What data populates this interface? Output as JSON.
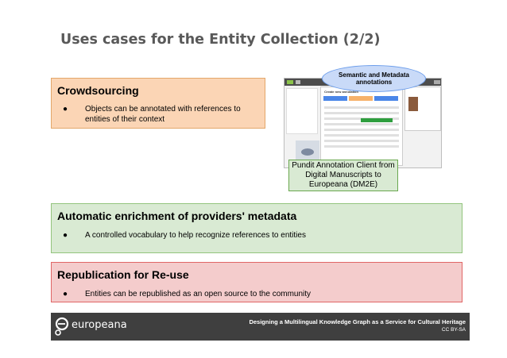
{
  "slide": {
    "title": "Uses cases for the Entity Collection (2/2)"
  },
  "crowdsourcing": {
    "title": "Crowdsourcing",
    "bullet": "Objects can be annotated with references to entities of their context"
  },
  "screenshot": {
    "callout": "Semantic and Metadata annotations",
    "caption": "Pundit Annotation Client from Digital Manuscripts to Europeana (DM2E)",
    "panel_header": "Create new annotation"
  },
  "enrichment": {
    "title": "Automatic enrichment of providers' metadata",
    "bullet": "A controlled vocabulary to help recognize references to entities"
  },
  "republication": {
    "title": "Republication for Re-use",
    "bullet": "Entities can be republished as an open source to the community"
  },
  "footer": {
    "logo_text": "europeana",
    "title": "Designing a Multilingual Knowledge Graph as a Service for Cultural Heritage",
    "license": "CC BY-SA"
  },
  "colors": {
    "crowdsourcing_bg": "#fbd5b5",
    "enrichment_bg": "#d9ead3",
    "republication_bg": "#f4cccc",
    "callout_bg": "#c9daf8",
    "footer_bg": "#3f3f3f"
  }
}
